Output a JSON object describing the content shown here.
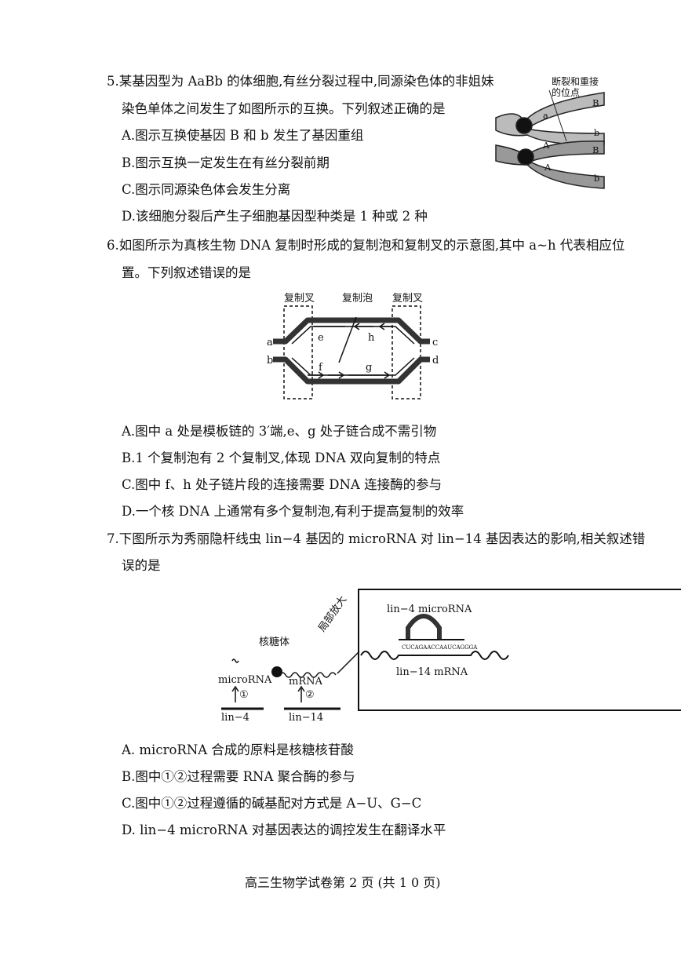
{
  "q5": {
    "stem1": "5.某基因型为 AaBb 的体细胞,有丝分裂过程中,同源染色体的非姐妹",
    "stem2": "染色单体之间发生了如图所示的互换。下列叙述正确的是",
    "A": "A.图示互换使基因 B 和 b 发生了基因重组",
    "B": "B.图示互换一定发生在有丝分裂前期",
    "C": "C.图示同源染色体会发生分离",
    "D": "D.该细胞分裂后产生子细胞基因型种类是 1 种或 2 种",
    "fig": {
      "title1": "断裂和重接",
      "title2": "的位点",
      "genes": [
        "B",
        "a",
        "b",
        "A",
        "B",
        "A",
        "b"
      ]
    }
  },
  "q6": {
    "stem1": "6.如图所示为真核生物 DNA 复制时形成的复制泡和复制叉的示意图,其中 a~h 代表相应位",
    "stem2": "置。下列叙述错误的是",
    "A": "A.图中 a 处是模板链的 3′端,e、g 处子链合成不需引物",
    "B": "B.1 个复制泡有 2 个复制叉,体现 DNA 双向复制的特点",
    "C": "C.图中 f、h 处子链片段的连接需要 DNA 连接酶的参与",
    "D": "D.一个核 DNA 上通常有多个复制泡,有利于提高复制的效率",
    "fig": {
      "fork_left": "复制叉",
      "bubble": "复制泡",
      "fork_right": "复制叉",
      "a": "a",
      "b": "b",
      "c": "c",
      "d": "d",
      "e": "e",
      "f": "f",
      "g": "g",
      "h": "h"
    }
  },
  "q7": {
    "stem1": "7.下图所示为秀丽隐杆线虫 lin−4 基因的 microRNA 对 lin−14 基因表达的影响,相关叙述错",
    "stem2": "误的是",
    "A": "A. microRNA 合成的原料是核糖核苷酸",
    "B": "B.图中①②过程需要 RNA 聚合酶的参与",
    "C": "C.图中①②过程遵循的碱基配对方式是 A−U、G−C",
    "D": "D. lin−4 microRNA 对基因表达的调控发生在翻译水平",
    "fig": {
      "ribosome": "核糖体",
      "zoom": "局部放大",
      "microrna": "microRNA",
      "mrna": "mRNA",
      "step1": "①",
      "step2": "②",
      "gene1": "lin−4",
      "gene2": "lin−14",
      "box_mirna": "lin−4 microRNA",
      "box_mrna": "lin−14 mRNA",
      "seq": "CUCAGAACCAAUCAGGGA"
    }
  },
  "footer": "高三生物学试卷第 2 页 (共 1 0 页)"
}
